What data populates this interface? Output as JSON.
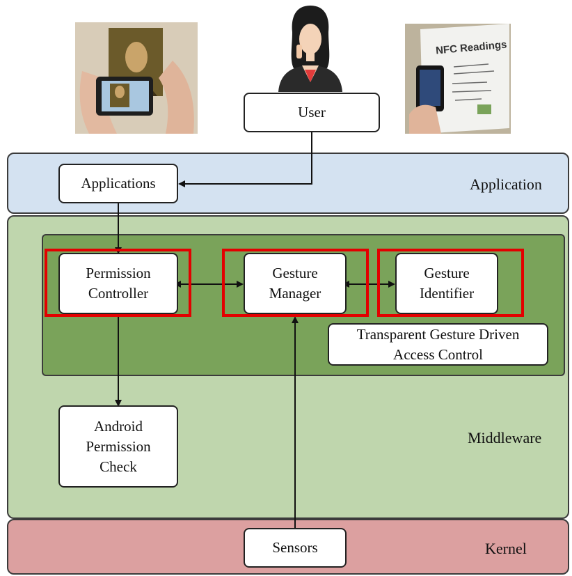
{
  "layers": {
    "application": "Application",
    "middleware": "Middleware",
    "kernel": "Kernel"
  },
  "nodes": {
    "user": "User",
    "applications": "Applications",
    "permission_controller": "Permission\nController",
    "gesture_manager": "Gesture\nManager",
    "gesture_identifier": "Gesture\nIdentifier",
    "tgdac": "Transparent Gesture Driven\nAccess Control",
    "android_permission_check": "Android\nPermission\nCheck",
    "sensors": "Sensors"
  },
  "photos": {
    "nfc_sign_text": "NFC Readings"
  },
  "colors": {
    "application_layer": "#d4e2f1",
    "middleware_layer": "#bfd6ad",
    "middleware_inner": "#7aa35a",
    "kernel_layer": "#dca0a0",
    "highlight": "#e30000"
  }
}
